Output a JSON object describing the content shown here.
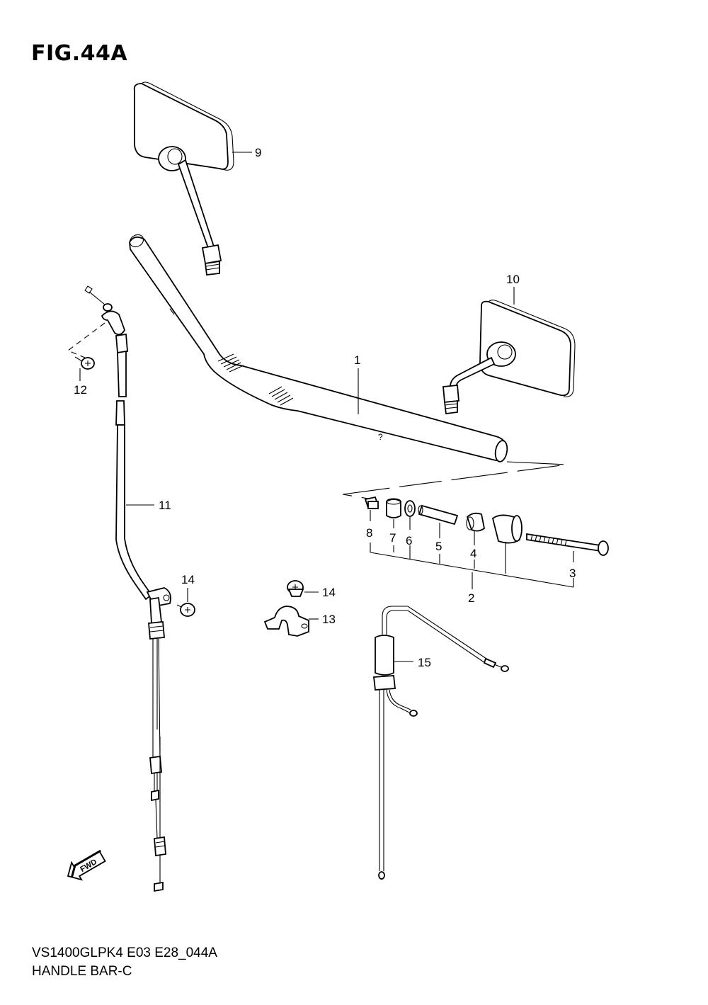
{
  "figure": {
    "title": "FIG.44A",
    "model_code": "VS1400GLPK4 E03 E28_044A",
    "section_name": "HANDLE BAR-C"
  },
  "callouts": [
    "1",
    "2",
    "3",
    "4",
    "5",
    "6",
    "7",
    "8",
    "9",
    "10",
    "11",
    "12",
    "13",
    "14",
    "14",
    "15"
  ],
  "badges": {
    "fwd": "FWD",
    "handlebar_mark": "?"
  }
}
